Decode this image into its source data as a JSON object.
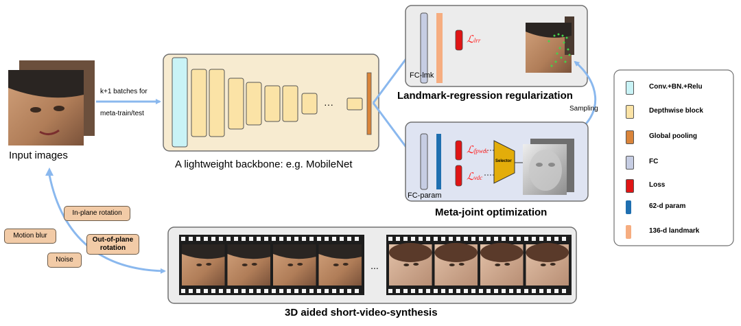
{
  "input_section": {
    "label": "Input images",
    "arrow_label_1": "k+1 batches for",
    "arrow_label_2": "meta-train/test"
  },
  "backbone": {
    "caption": "A lightweight backbone: e.g. MobileNet",
    "ellipsis": "···"
  },
  "landmark_panel": {
    "title": "Landmark-regression regularization",
    "fc_label": "FC-lmk",
    "loss_label": "ℒ",
    "loss_sub": "lrr"
  },
  "sampling_label": "Sampling",
  "meta_panel": {
    "title": "Meta-joint optimization",
    "fc_label": "FC-param",
    "loss1_label": "ℒ",
    "loss1_sub": "fpwdc",
    "loss2_label": "ℒ",
    "loss2_sub": "vdc",
    "selector_label": "Selector"
  },
  "augment_tags": [
    {
      "label": "In-plane rotation"
    },
    {
      "label": "Motion blur"
    },
    {
      "label": "Out-of-plane rotation"
    },
    {
      "label": "Noise"
    }
  ],
  "video_section": {
    "title": "3D aided short-video-synthesis",
    "ellipsis": "..."
  },
  "legend": {
    "items": [
      {
        "label": "Conv.+BN.+Relu",
        "color": "#c9f3f6"
      },
      {
        "label": "Depthwise block",
        "color": "#fbe3a6"
      },
      {
        "label": "Global pooling",
        "color": "#d9843a"
      },
      {
        "label": "FC",
        "color": "#c6cde3"
      },
      {
        "label": "Loss",
        "color": "#e01515"
      },
      {
        "label": "62-d param",
        "color": "#1f6fb0"
      },
      {
        "label": "136-d landmark",
        "color": "#f6ad80"
      }
    ]
  },
  "colors": {
    "arrow": "#8ab8ee",
    "panel_gray": "#ececec",
    "panel_blue": "#dfe4f2",
    "backbone_bg": "#f7ebd0",
    "selector": "#e3ad0a",
    "loss_text": "#ff2020"
  }
}
